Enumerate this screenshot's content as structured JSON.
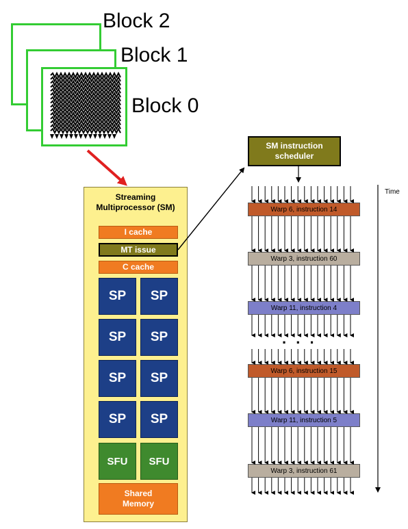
{
  "blocks": [
    {
      "label": "Block 2"
    },
    {
      "label": "Block 1"
    },
    {
      "label": "Block 0"
    }
  ],
  "sm": {
    "title_line1": "Streaming",
    "title_line2": "Multiprocessor (SM)",
    "icache": "I cache",
    "mt_issue": "MT issue",
    "ccache": "C cache",
    "sp_label": "SP",
    "sfu_label": "SFU",
    "shared_line1": "Shared",
    "shared_line2": "Memory"
  },
  "scheduler": {
    "line1": "SM instruction",
    "line2": "scheduler"
  },
  "time_label": "Time",
  "ellipsis": ". . .",
  "warps": [
    {
      "label": "Warp 6, instruction 14",
      "color": "#c05a2a"
    },
    {
      "label": "Warp 3, instruction 60",
      "color": "#b9ae9f"
    },
    {
      "label": "Warp 11, instruction 4",
      "color": "#7d7fc9"
    },
    {
      "label": "Warp 6, instruction 15",
      "color": "#c05a2a"
    },
    {
      "label": "Warp 11, instruction 5",
      "color": "#7d7fc9"
    },
    {
      "label": "Warp 3, instruction 61",
      "color": "#b9ae9f"
    }
  ],
  "colors": {
    "block_border": "#33cc33",
    "sm_background": "#fdf08f",
    "cache": "#f07b21",
    "mt_issue": "#807a1c",
    "sp": "#1d3f87",
    "sfu": "#3f8a2e",
    "red_arrow": "#e02020"
  }
}
